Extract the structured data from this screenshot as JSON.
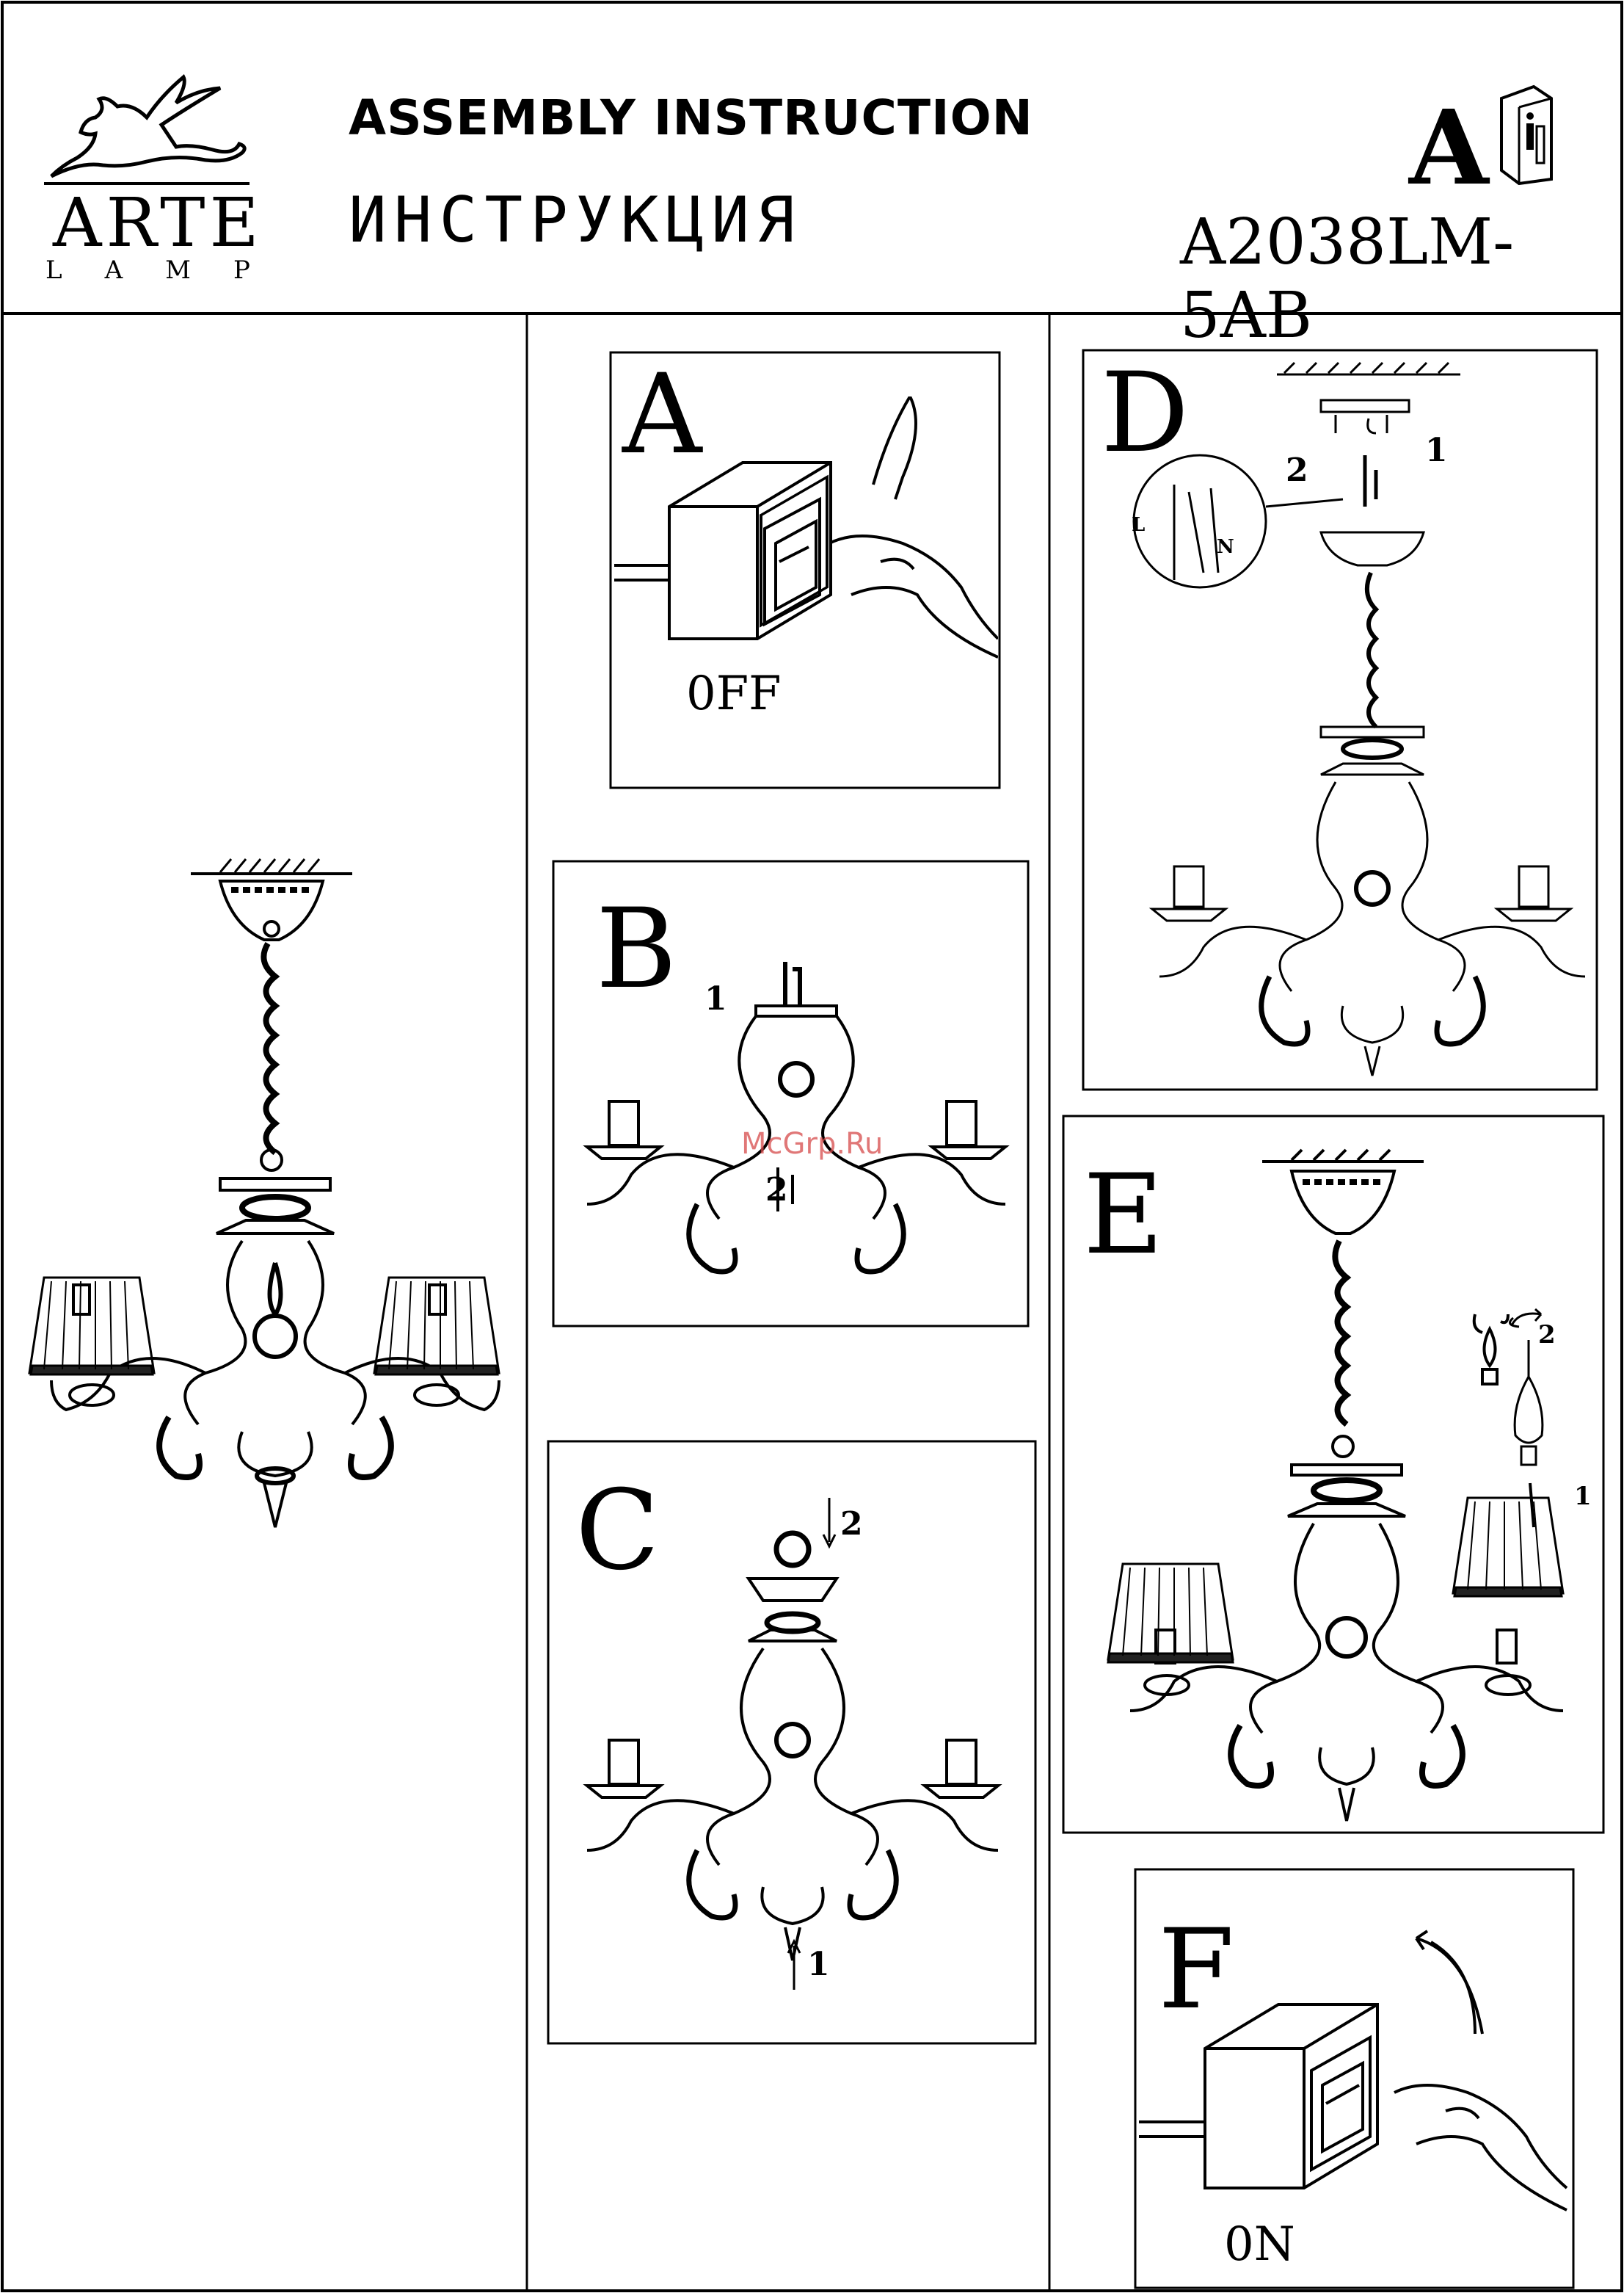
{
  "header": {
    "brand_name": "ARTE",
    "brand_sub": "LAMP",
    "title_en": "ASSEMBLY INSTRUCTION",
    "title_ru": "ИНСТРУКЦИЯ",
    "sheet_letter": "A",
    "model": "A2038LM-5AB"
  },
  "steps": {
    "a": {
      "letter": "A",
      "switch_label": "0FF"
    },
    "b": {
      "letter": "B",
      "marker_1": "1",
      "marker_2": "2"
    },
    "c": {
      "letter": "C",
      "marker_1": "1",
      "marker_2": "2"
    },
    "d": {
      "letter": "D",
      "marker_1": "1",
      "marker_2": "2",
      "wire_l": "L",
      "wire_n": "N"
    },
    "e": {
      "letter": "E",
      "marker_1": "1",
      "marker_2": "2"
    },
    "f": {
      "letter": "F",
      "switch_label": "0N"
    }
  },
  "watermark": "McGrp.Ru",
  "icons": [
    "winged-lion-logo-icon",
    "manual-book-icon",
    "wall-switch-icon",
    "hand-icon",
    "curved-arrow-icon",
    "chandelier-icon",
    "bulb-icon",
    "lamp-shade-icon",
    "ceiling-mount-icon"
  ]
}
